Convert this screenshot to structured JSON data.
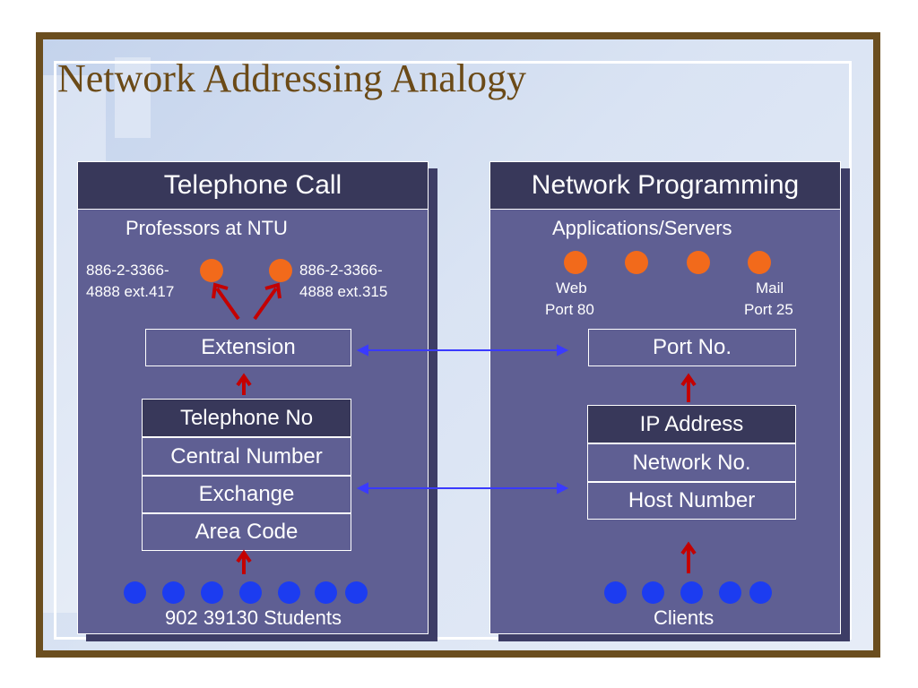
{
  "title": "Network Addressing Analogy",
  "colors": {
    "frame": "#6b4e1f",
    "panel": "#5f5f93",
    "header": "#38385a",
    "orange_dot": "#f26a1b",
    "blue_dot": "#1c3cf0",
    "red_arrow": "#c40000",
    "blue_arrow": "#3a3aff"
  },
  "left_panel": {
    "header": "Telephone Call",
    "subtitle": "Professors at NTU",
    "phone_1_line1": "886-2-3366-",
    "phone_1_line2": "4888 ext.417",
    "phone_2_line1": "886-2-3366-",
    "phone_2_line2": "4888 ext.315",
    "extension_box": "Extension",
    "stack": [
      "Telephone No",
      "Central Number",
      "Exchange",
      "Area Code"
    ],
    "footer": "902 39130 Students"
  },
  "right_panel": {
    "header": "Network Programming",
    "subtitle": "Applications/Servers",
    "web_label_line1": "Web",
    "web_label_line2": "Port 80",
    "mail_label_line1": "Mail",
    "mail_label_line2": "Port 25",
    "port_box": "Port No.",
    "stack": [
      "IP Address",
      "Network No.",
      "Host Number"
    ],
    "footer": "Clients"
  }
}
